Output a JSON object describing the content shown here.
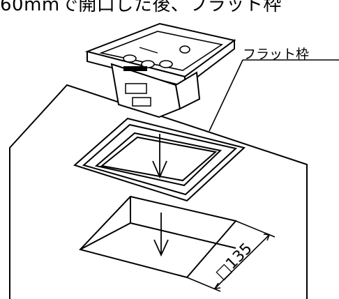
{
  "caption_text": "60mmで開口した後、フラット枠",
  "frame_label": "フラット枠",
  "dimension_value": "□135"
}
